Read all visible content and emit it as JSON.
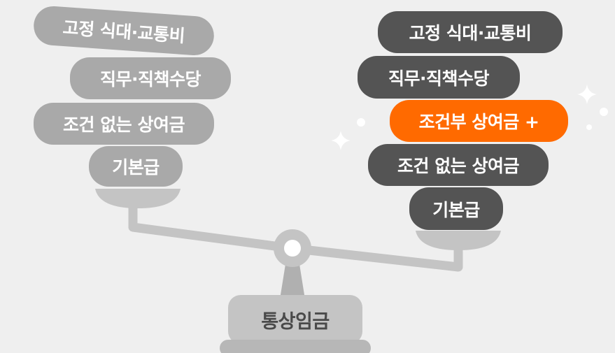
{
  "left_pan": {
    "items": [
      {
        "label": "고정 식대·교통비"
      },
      {
        "label": "직무·직책수당"
      },
      {
        "label": "조건 없는 상여금"
      },
      {
        "label": "기본급"
      }
    ]
  },
  "right_pan": {
    "items": [
      {
        "label": "고정 식대·교통비"
      },
      {
        "label": "직무·직책수당"
      },
      {
        "label": "조건부 상여금 +"
      },
      {
        "label": "조건 없는 상여금"
      },
      {
        "label": "기본급"
      }
    ]
  },
  "base": {
    "label": "통상임금"
  },
  "colors": {
    "background": "#efefef",
    "light_pill": "#a9a9a9",
    "dark_pill": "#545454",
    "accent_pill": "#ff6a00",
    "scale_metal": "#c4c4c4",
    "scale_dark": "#b0b0b0"
  }
}
